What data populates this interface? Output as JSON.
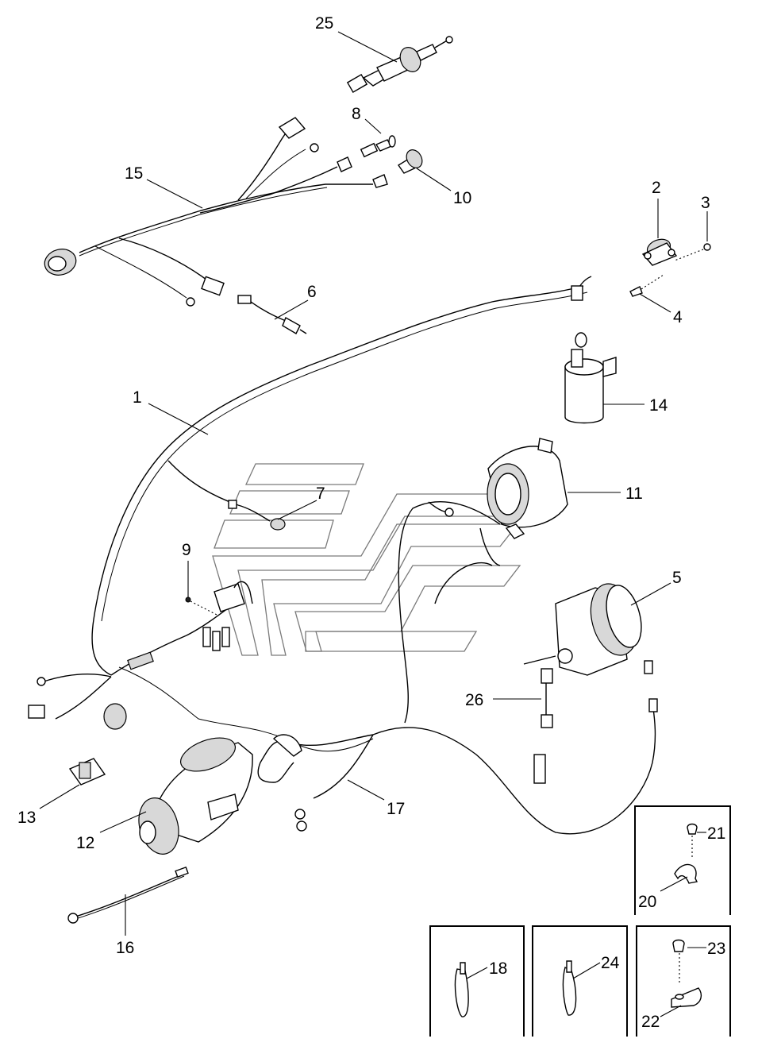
{
  "callouts": [
    {
      "id": "25",
      "label": "25"
    },
    {
      "id": "8",
      "label": "8"
    },
    {
      "id": "15",
      "label": "15"
    },
    {
      "id": "10",
      "label": "10"
    },
    {
      "id": "2",
      "label": "2"
    },
    {
      "id": "3",
      "label": "3"
    },
    {
      "id": "4",
      "label": "4"
    },
    {
      "id": "6",
      "label": "6"
    },
    {
      "id": "1",
      "label": "1"
    },
    {
      "id": "14",
      "label": "14"
    },
    {
      "id": "7",
      "label": "7"
    },
    {
      "id": "11",
      "label": "11"
    },
    {
      "id": "9",
      "label": "9"
    },
    {
      "id": "5",
      "label": "5"
    },
    {
      "id": "26",
      "label": "26"
    },
    {
      "id": "13",
      "label": "13"
    },
    {
      "id": "12",
      "label": "12"
    },
    {
      "id": "17",
      "label": "17"
    },
    {
      "id": "21",
      "label": "21"
    },
    {
      "id": "20",
      "label": "20"
    },
    {
      "id": "16",
      "label": "16"
    },
    {
      "id": "18",
      "label": "18"
    },
    {
      "id": "24",
      "label": "24"
    },
    {
      "id": "23",
      "label": "23"
    },
    {
      "id": "22",
      "label": "22"
    }
  ]
}
